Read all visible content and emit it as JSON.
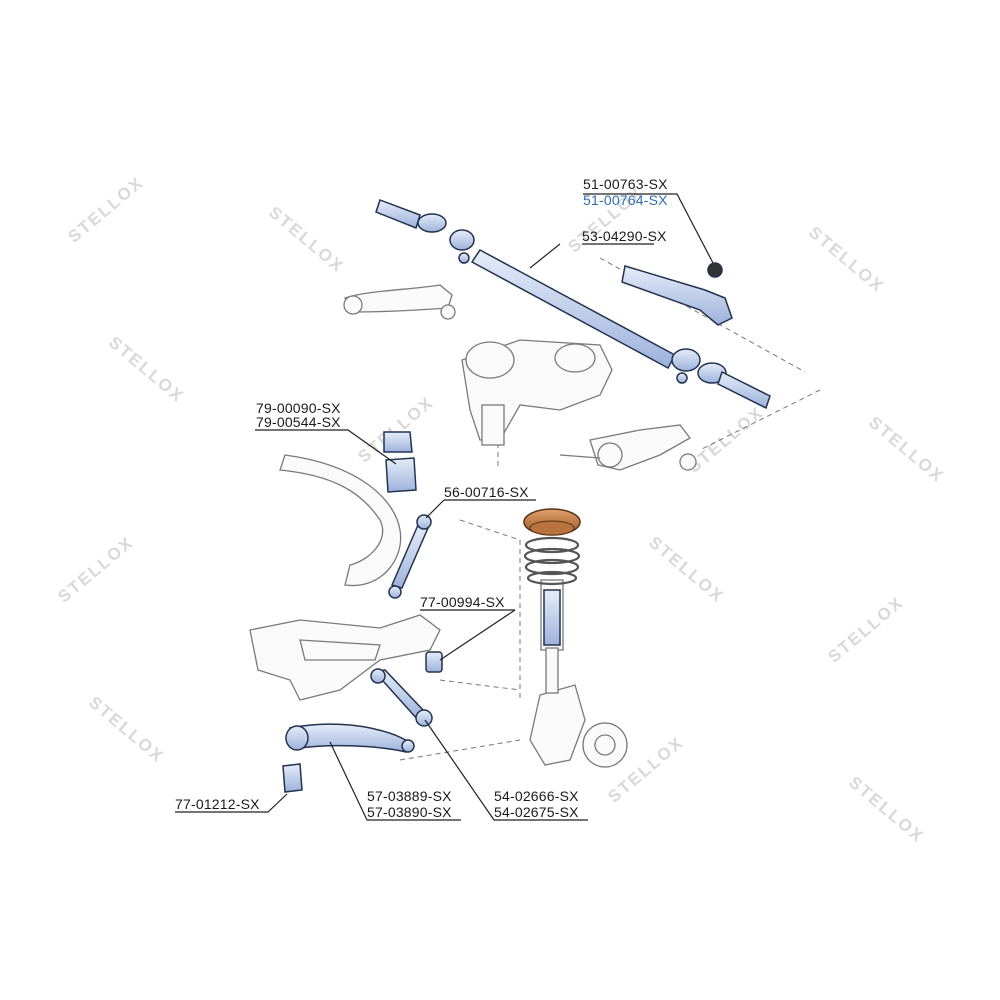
{
  "watermark": {
    "text": "STELLOX"
  },
  "colors": {
    "part_fill": "#c9d6ef",
    "part_stroke": "#22324f",
    "outline": "#8a8a8a",
    "spring_cap": "#c9824a",
    "highlight_label": "#2f6fb2"
  },
  "labels": {
    "tie_rod_end_1": "51-00763-SX",
    "tie_rod_end_2": "51-00764-SX",
    "tie_rod": "53-04290-SX",
    "stab_bushing_1": "79-00090-SX",
    "stab_bushing_2": "79-00544-SX",
    "stab_link": "56-00716-SX",
    "spring_mount": "77-00994-SX",
    "arm_bushing": "77-01212-SX",
    "control_arm_1": "57-03889-SX",
    "control_arm_2": "57-03890-SX",
    "strut_arm_1": "54-02666-SX",
    "strut_arm_2": "54-02675-SX"
  }
}
